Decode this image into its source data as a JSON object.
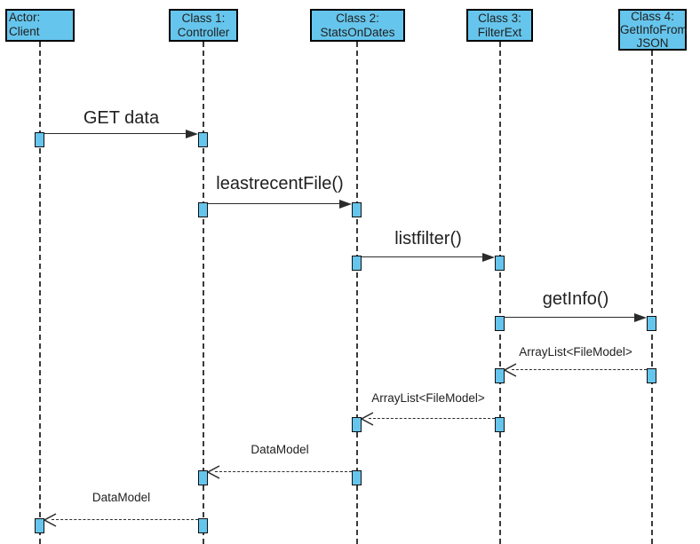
{
  "diagram": {
    "type": "uml-sequence-diagram",
    "colors": {
      "node_fill": "#66C5EC",
      "node_border": "#000000",
      "text": "#1F1F1F",
      "line": "#2B2B2B",
      "background": "#FFFFFF"
    },
    "lifelines": [
      {
        "name": "Actor: Client",
        "line1": "Actor: Client"
      },
      {
        "name": "Class 1: Controller",
        "line1": "Class 1:",
        "line2": "Controller"
      },
      {
        "name": "Class 2: StatsOnDates",
        "line1": "Class 2:",
        "line2": "StatsOnDates"
      },
      {
        "name": "Class 3: FilterExt",
        "line1": "Class 3:",
        "line2": "FilterExt"
      },
      {
        "name": "Class 4: GetInfoFromJSON",
        "line1": "Class 4:",
        "line2": "GetInfoFrom",
        "line3": "JSON"
      }
    ],
    "messages": [
      {
        "label": "GET data",
        "from": "Actor: Client",
        "to": "Class 1: Controller",
        "kind": "call"
      },
      {
        "label": "leastrecentFile()",
        "from": "Class 1: Controller",
        "to": "Class 2: StatsOnDates",
        "kind": "call"
      },
      {
        "label": "listfilter()",
        "from": "Class 2: StatsOnDates",
        "to": "Class 3: FilterExt",
        "kind": "call"
      },
      {
        "label": "getInfo()",
        "from": "Class 3: FilterExt",
        "to": "Class 4: GetInfoFromJSON",
        "kind": "call"
      },
      {
        "label": "ArrayList<FileModel>",
        "from": "Class 4: GetInfoFromJSON",
        "to": "Class 3: FilterExt",
        "kind": "return"
      },
      {
        "label": "ArrayList<FileModel>",
        "from": "Class 3: FilterExt",
        "to": "Class 2: StatsOnDates",
        "kind": "return"
      },
      {
        "label": "DataModel",
        "from": "Class 2: StatsOnDates",
        "to": "Class 1: Controller",
        "kind": "return"
      },
      {
        "label": "DataModel",
        "from": "Class 1: Controller",
        "to": "Actor: Client",
        "kind": "return"
      }
    ]
  }
}
